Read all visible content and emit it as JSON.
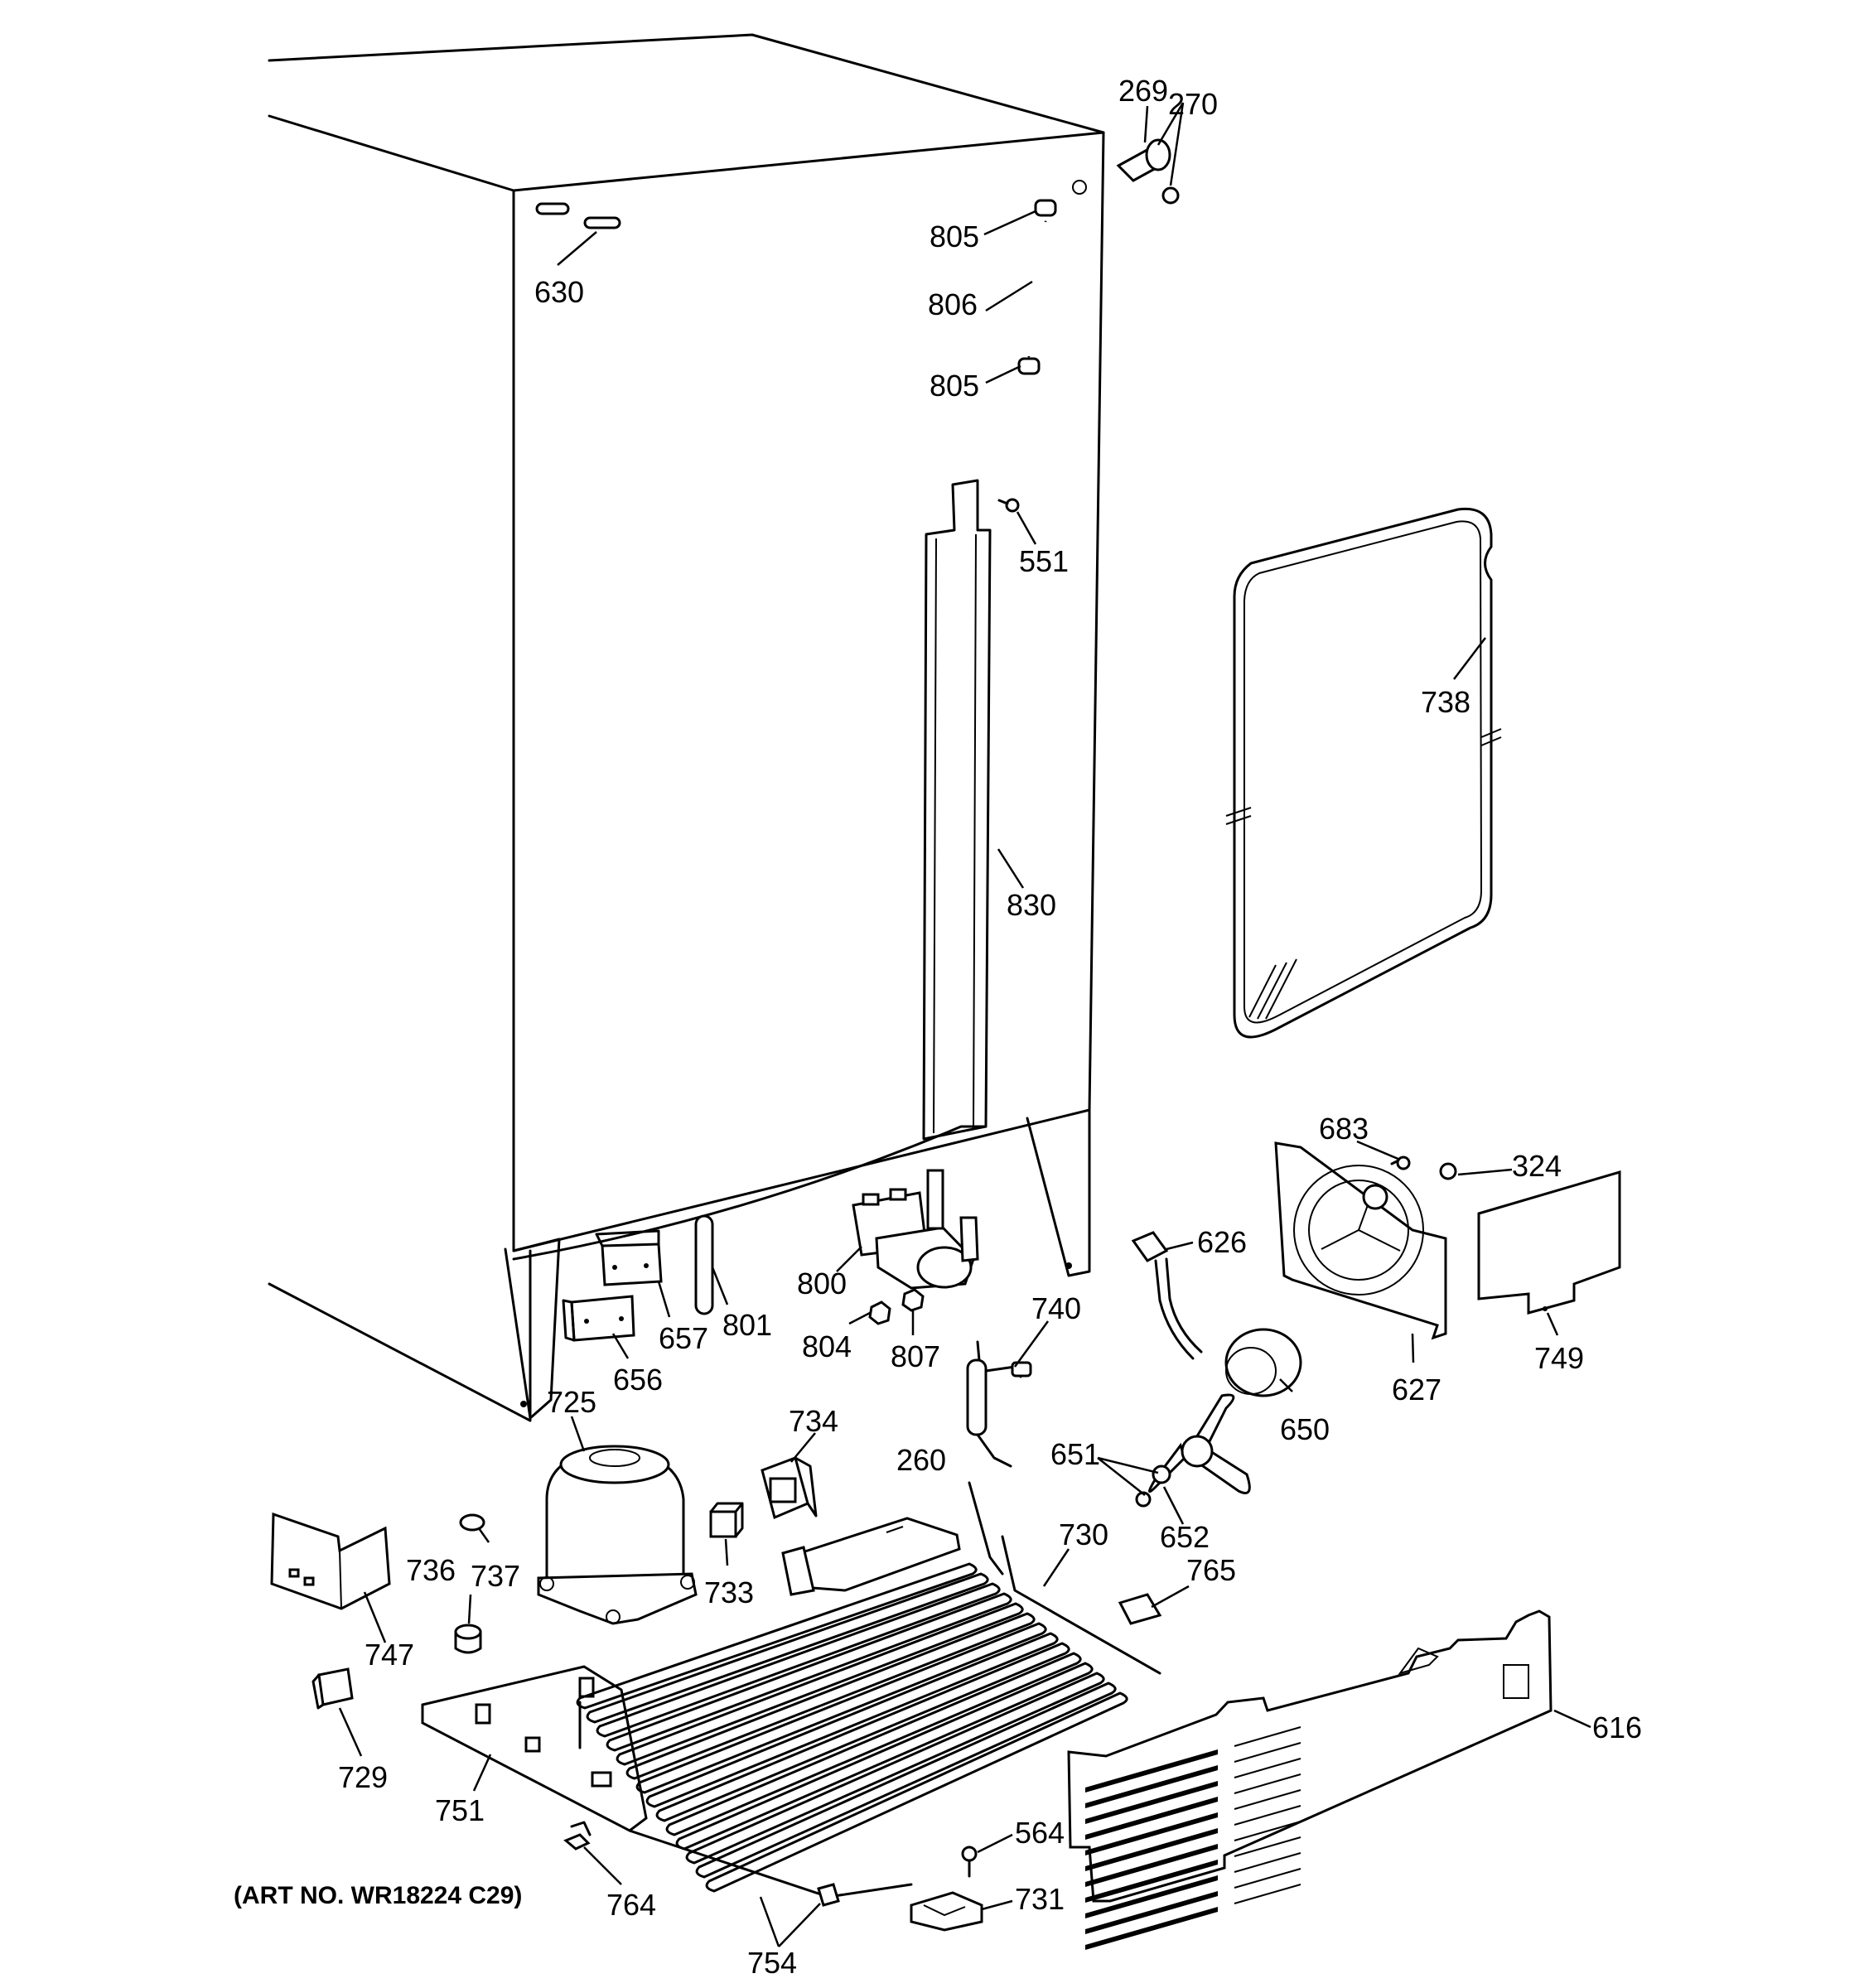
{
  "art_number": "(ART NO. WR18224 C29)",
  "labels": [
    "269",
    "270",
    "805",
    "806",
    "805",
    "630",
    "551",
    "738",
    "830",
    "683",
    "324",
    "626",
    "800",
    "801",
    "657",
    "804",
    "807",
    "656",
    "740",
    "725",
    "734",
    "651",
    "650",
    "627",
    "749",
    "652",
    "260",
    "730",
    "765",
    "736",
    "737",
    "733",
    "747",
    "616",
    "729",
    "751",
    "564",
    "731",
    "764",
    "754"
  ]
}
